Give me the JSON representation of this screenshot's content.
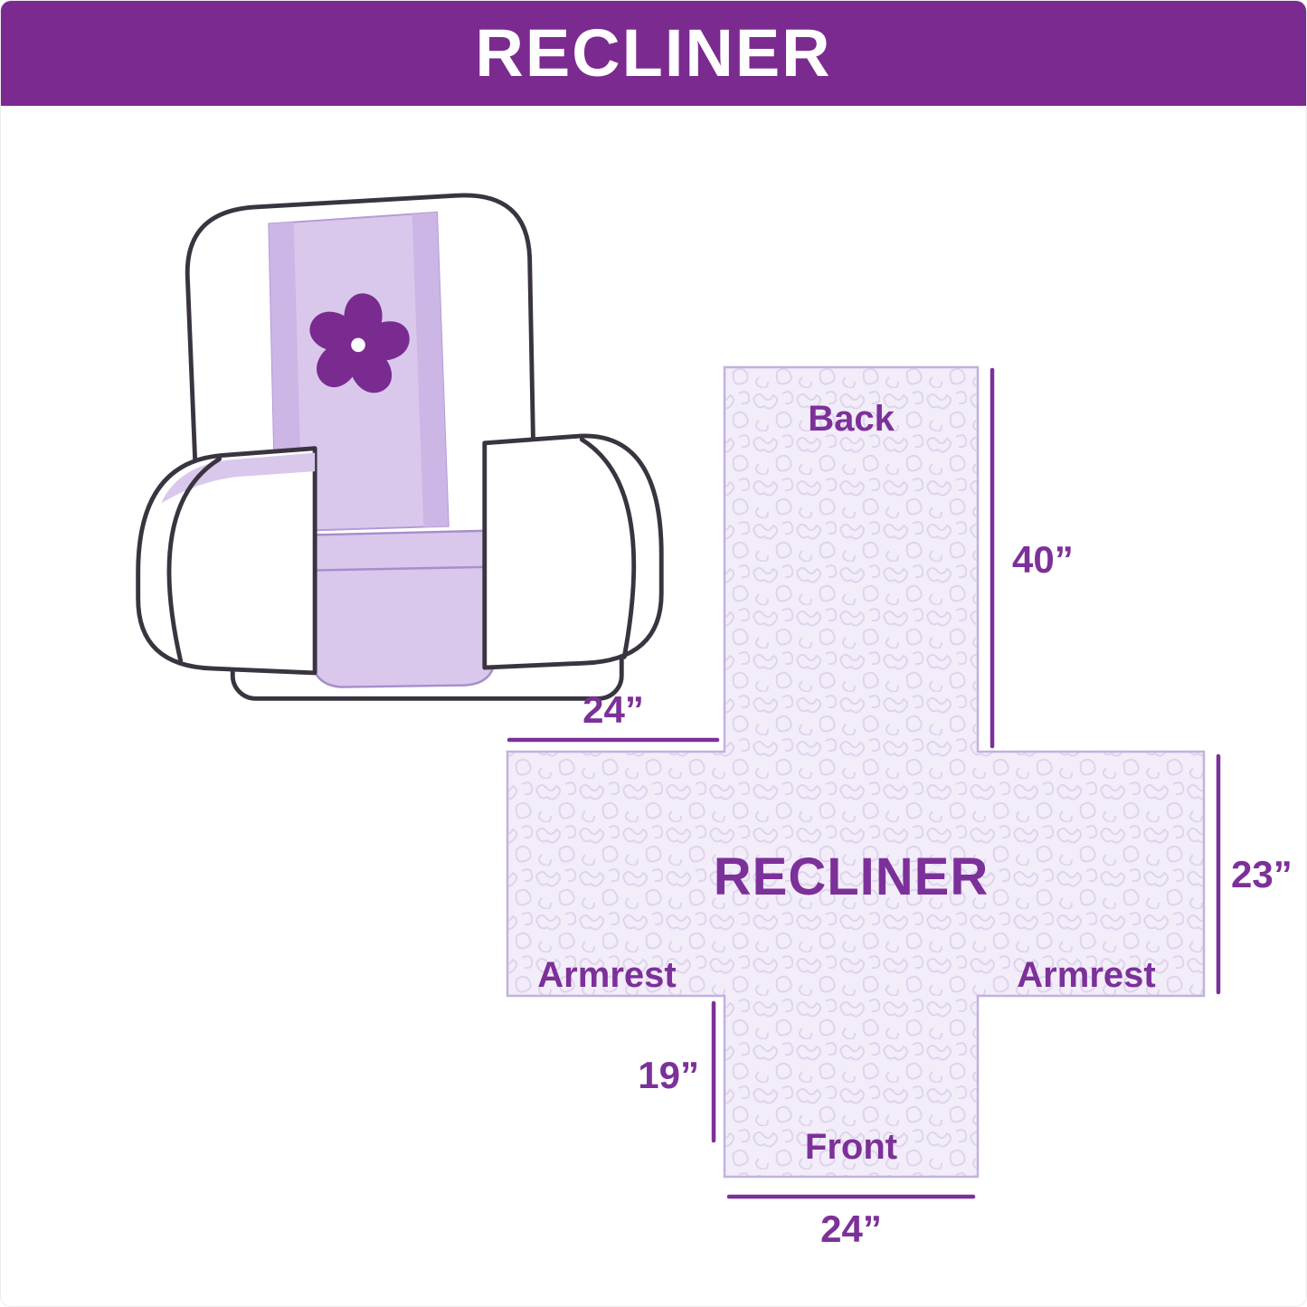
{
  "page": {
    "background": "#ffffff"
  },
  "header": {
    "title": "RECLINER",
    "background_color": "#7b2a90",
    "text_color": "#ffffff"
  },
  "illustration": {
    "alt": "Armchair with quilted recliner cover draped over back, seat and front",
    "cover_color": "#d9c8ec",
    "logo_icon": "pinwheel-flower",
    "logo_color": "#7a2b8f"
  },
  "diagram": {
    "shape": "cross-layout of unfolded recliner cover",
    "fill_color": "#f2edf8",
    "outline_color": "#c3b1e0",
    "accent_color": "#7c3099",
    "center_label": "RECLINER",
    "panels": {
      "back": "Back",
      "front": "Front",
      "armrest_left": "Armrest",
      "armrest_right": "Armrest"
    },
    "dimensions": {
      "back_length": "40”",
      "back_width": "24”",
      "armrest_depth": "23”",
      "front_drop": "19”",
      "front_width": "24”"
    }
  }
}
